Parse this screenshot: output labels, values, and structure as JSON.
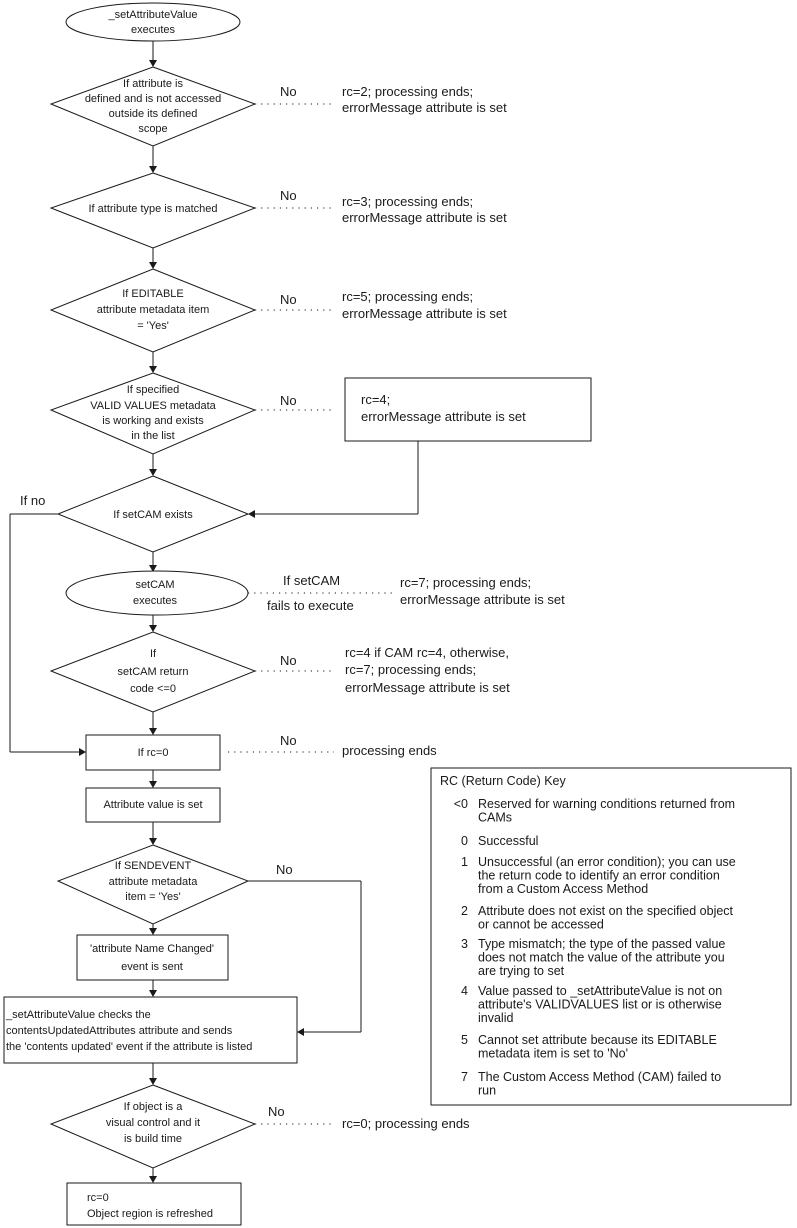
{
  "start": [
    "_setAttributeValue",
    "executes"
  ],
  "no_label": "No",
  "decisions": {
    "defined_scope": [
      "If attribute is",
      "defined and is not accessed",
      "outside its defined",
      "scope"
    ],
    "type_matched": [
      "If attribute type is matched"
    ],
    "editable": [
      "If EDITABLE",
      "attribute metadata item",
      "= 'Yes'"
    ],
    "valid_values": [
      "If specified",
      "VALID VALUES metadata",
      "is working and exists",
      "in the list"
    ],
    "setcam_exists": [
      "If setCAM exists"
    ],
    "setcam_rc": [
      "If",
      "setCAM return",
      "code <=0"
    ],
    "sendevent": [
      "If SENDEVENT",
      "attribute metadata",
      "item = 'Yes'"
    ],
    "visual_control": [
      "If object is a",
      "visual control and it",
      "is build time"
    ]
  },
  "setcam_exec": [
    "setCAM",
    "executes"
  ],
  "if_no_label": "If no",
  "setcam_fail_label": [
    "If setCAM",
    "fails to execute"
  ],
  "boxes": {
    "if_rc0": "If rc=0",
    "attr_set": "Attribute value is set",
    "name_changed": [
      "'attribute Name Changed'",
      "event is sent"
    ],
    "contents_updated": [
      "_setAttributeValue checks the",
      "contentsUpdatedAttributes attribute and sends",
      "the 'contents updated' event if the attribute is listed"
    ],
    "final": [
      "rc=0",
      "Object region is refreshed"
    ],
    "rc4_box": [
      "rc=4;",
      "errorMessage attribute is set"
    ]
  },
  "outcomes": {
    "rc2": [
      "rc=2; processing ends;",
      "errorMessage attribute is set"
    ],
    "rc3": [
      "rc=3; processing ends;",
      "errorMessage attribute is set"
    ],
    "rc5": [
      "rc=5; processing ends;",
      "errorMessage attribute is set"
    ],
    "rc7": [
      "rc=7; processing ends;",
      "errorMessage attribute is set"
    ],
    "rc4_cam": [
      "rc=4 if CAM rc=4, otherwise,",
      "rc=7; processing ends;",
      "errorMessage attribute is set"
    ],
    "processing_ends": "processing ends",
    "rc0_ends": "rc=0; processing ends"
  },
  "key": {
    "title": "RC (Return Code) Key",
    "items": [
      {
        "code": "<0",
        "lines": [
          "Reserved for warning conditions returned from",
          "CAMs"
        ]
      },
      {
        "code": "0",
        "lines": [
          "Successful"
        ]
      },
      {
        "code": "1",
        "lines": [
          "Unsuccessful (an error condition); you can use",
          "the return code to identify an error condition",
          "from a Custom Access Method"
        ]
      },
      {
        "code": "2",
        "lines": [
          "Attribute does not exist on the specified object",
          "or cannot be accessed"
        ]
      },
      {
        "code": "3",
        "lines": [
          "Type mismatch; the type of the passed value",
          "does not match the value of the attribute you",
          "are trying to set"
        ]
      },
      {
        "code": "4",
        "lines": [
          "Value passed to _setAttributeValue is not on",
          "attribute's VALIDVALUES list or is otherwise",
          "invalid"
        ]
      },
      {
        "code": "5",
        "lines": [
          "Cannot set attribute because its EDITABLE",
          "metadata item is set to 'No'"
        ]
      },
      {
        "code": "7",
        "lines": [
          "The Custom Access Method (CAM) failed to",
          "run"
        ]
      }
    ]
  }
}
